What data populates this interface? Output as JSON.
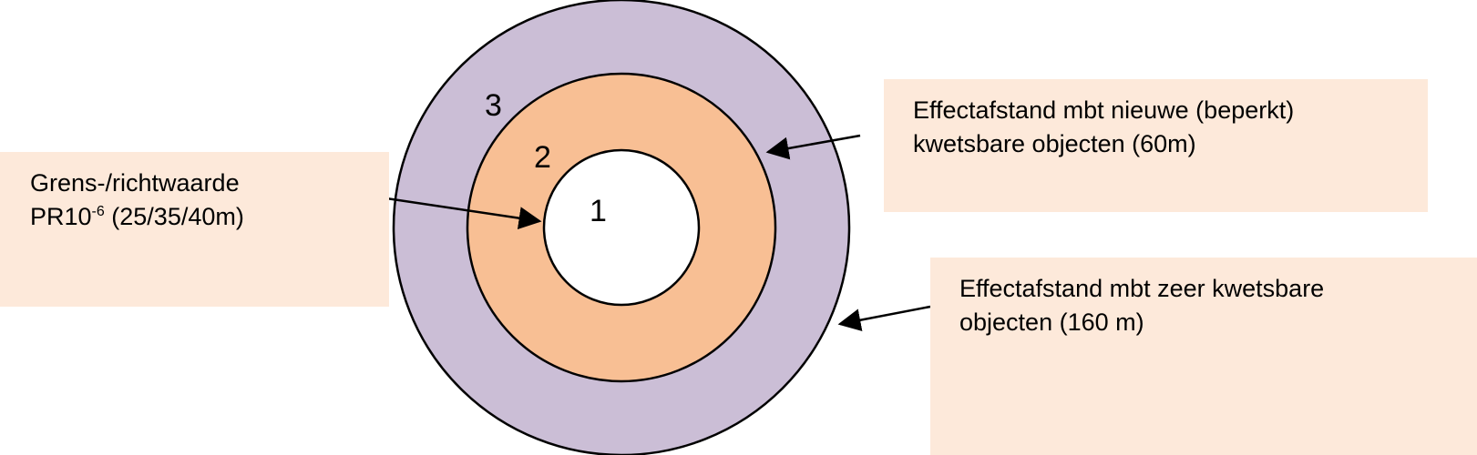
{
  "colors": {
    "outer_ring": "#cbbed6",
    "middle_ring": "#f8bf94",
    "inner_circle": "#ffffff",
    "callout_fill": "#fde9da",
    "stroke": "#000000"
  },
  "rings": {
    "inner_label": "1",
    "middle_label": "2",
    "outer_label": "3"
  },
  "callouts": {
    "left": {
      "line1": "Grens-/richtwaarde",
      "line2_prefix": "PR10",
      "line2_superscript": "-6",
      "line2_suffix": " (25/35/40m)"
    },
    "right_top": {
      "line1": "Effectafstand mbt nieuwe (beperkt)",
      "line2": "kwetsbare objecten (60m)"
    },
    "right_bottom": {
      "line1": "Effectafstand mbt zeer kwetsbare",
      "line2": "objecten (160 m)"
    }
  }
}
